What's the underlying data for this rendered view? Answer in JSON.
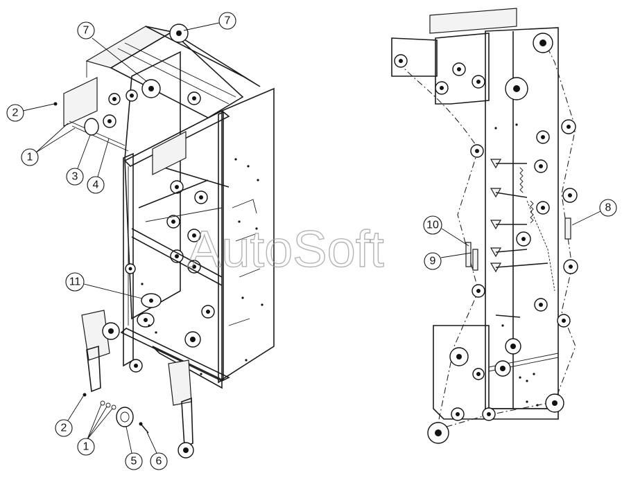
{
  "watermark": "AutoSoft",
  "callouts": [
    {
      "id": "c-7a",
      "label": "7"
    },
    {
      "id": "c-7b",
      "label": "7"
    },
    {
      "id": "c-2a",
      "label": "2"
    },
    {
      "id": "c-1a",
      "label": "1"
    },
    {
      "id": "c-3",
      "label": "3"
    },
    {
      "id": "c-4",
      "label": "4"
    },
    {
      "id": "c-11",
      "label": "11"
    },
    {
      "id": "c-2b",
      "label": "2"
    },
    {
      "id": "c-1b",
      "label": "1"
    },
    {
      "id": "c-5",
      "label": "5"
    },
    {
      "id": "c-6",
      "label": "6"
    },
    {
      "id": "c-8",
      "label": "8"
    },
    {
      "id": "c-10",
      "label": "10"
    },
    {
      "id": "c-9",
      "label": "9"
    }
  ]
}
